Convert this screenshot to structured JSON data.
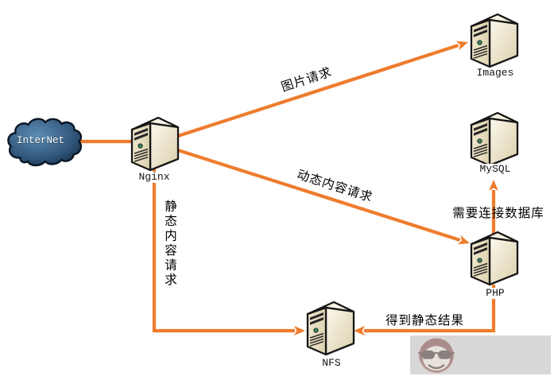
{
  "diagram": {
    "nodes": {
      "internet": {
        "label": "InterNet",
        "type": "cloud"
      },
      "nginx": {
        "label": "Nginx",
        "type": "server"
      },
      "images": {
        "label": "Images",
        "type": "server"
      },
      "mysql": {
        "label": "MySQL",
        "type": "server"
      },
      "php": {
        "label": "PHP",
        "type": "server"
      },
      "nfs": {
        "label": "NFS",
        "type": "server"
      }
    },
    "edges": [
      {
        "from": "internet",
        "to": "nginx",
        "label": ""
      },
      {
        "from": "nginx",
        "to": "images",
        "label": "图片请求"
      },
      {
        "from": "nginx",
        "to": "php",
        "label": "动态内容请求"
      },
      {
        "from": "nginx",
        "to": "nfs",
        "label": "静态内容请求"
      },
      {
        "from": "php",
        "to": "mysql",
        "label": "需要连接数据库"
      },
      {
        "from": "php",
        "to": "nfs",
        "label": "得到静态结果"
      }
    ],
    "colors": {
      "arrow": "#EE7C2D",
      "cloud_fill_light": "#5D8CB4",
      "cloud_fill_dark": "#1B3A58",
      "server_body": "#F5EFDC",
      "watermark_bg": "#D9D7D6"
    }
  },
  "watermark": {
    "icon": "monkey-face-sunglasses-icon"
  }
}
